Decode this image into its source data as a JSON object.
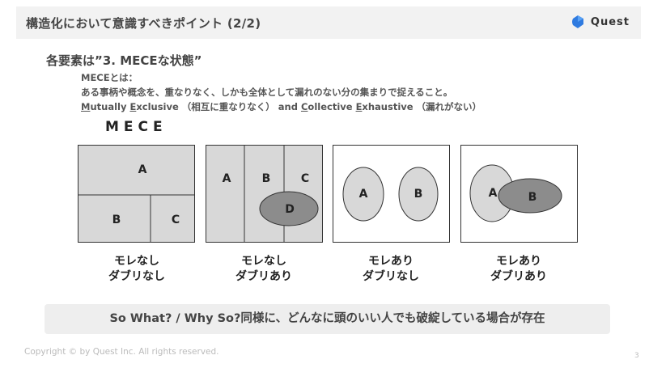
{
  "header": {
    "title": "構造化において意識すべきポイント (2/2)",
    "brand_name": "Quest",
    "brand_color": "#2f7be0"
  },
  "section": {
    "heading": "各要素は”3. MECEな状態”",
    "definition_label": "MECEとは：",
    "definition_body": "ある事柄や概念を、重なりなく、しかも全体として漏れのない分の集まりで捉えること。",
    "english": {
      "m": "M",
      "utually": "utually ",
      "e1": "E",
      "xclusive": "xclusive （相互に重なりなく） and ",
      "c": "C",
      "ollective": "ollective ",
      "e2": "E",
      "xhaustive": "xhaustive （漏れがない）"
    }
  },
  "mece_title": "MECE",
  "diagrams": [
    {
      "labels": [
        "A",
        "B",
        "C"
      ],
      "caption_line1": "モレなし",
      "caption_line2": "ダブリなし"
    },
    {
      "labels": [
        "A",
        "B",
        "C",
        "D"
      ],
      "caption_line1": "モレなし",
      "caption_line2": "ダブリあり"
    },
    {
      "labels": [
        "A",
        "B"
      ],
      "caption_line1": "モレあり",
      "caption_line2": "ダブリなし"
    },
    {
      "labels": [
        "A",
        "B"
      ],
      "caption_line1": "モレあり",
      "caption_line2": "ダブリあり"
    }
  ],
  "colors": {
    "fill_light": "#d8d8d8",
    "fill_dark": "#8c8c8c",
    "stroke": "#333333"
  },
  "bottom_note": "So What? / Why So?同様に、どんなに頭のいい人でも破綻している場合が存在",
  "footer": {
    "copyright": "Copyright © by Quest Inc. All rights reserved.",
    "page_number": "3"
  }
}
